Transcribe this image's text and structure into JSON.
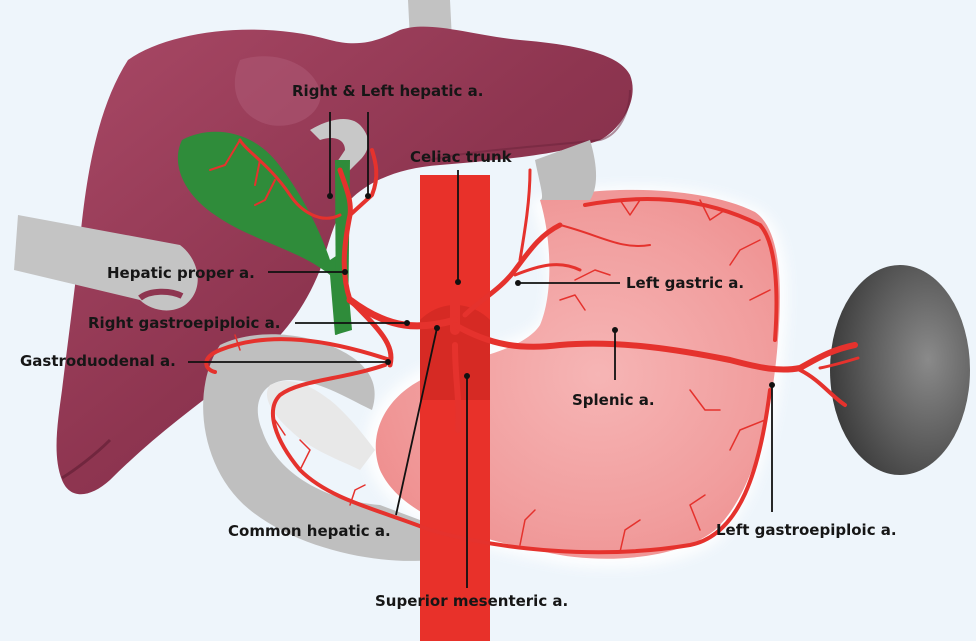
{
  "diagram": {
    "labels": {
      "right_left_hepatic": "Right & Left hepatic a.",
      "celiac_trunk": "Celiac trunk",
      "hepatic_proper": "Hepatic proper a.",
      "left_gastric": "Left gastric a.",
      "right_gastroepiploic": "Right gastroepiploic a.",
      "gastroduodenal": "Gastroduodenal a.",
      "splenic": "Splenic a.",
      "common_hepatic": "Common hepatic a.",
      "left_gastroepiploic": "Left gastroepiploic a.",
      "superior_mesenteric": "Superior mesenteric a."
    },
    "colors": {
      "background": "#eef5fb",
      "liver": "#8e3550",
      "liver_dark": "#6f2840",
      "gallbladder": "#2f8c3a",
      "stomach": "#f2a5a5",
      "artery": "#e5322d",
      "aorta": "#e8312a",
      "spleen": "#5e5e5e",
      "duct_grey": "#bdbdbd",
      "leader_line": "#111111"
    }
  }
}
